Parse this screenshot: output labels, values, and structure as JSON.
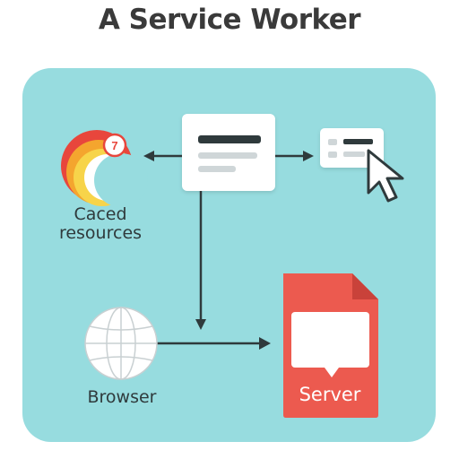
{
  "title": "A Service Worker",
  "cache": {
    "label_line1": "Caced",
    "label_line2": "resources",
    "badge": "7"
  },
  "browser": {
    "label": "Browser"
  },
  "server": {
    "label": "Server"
  },
  "colors": {
    "panel": "#97dcdf",
    "server": "#ec5a4f",
    "arrow": "#2f3a3c",
    "card": "#ffffff"
  }
}
